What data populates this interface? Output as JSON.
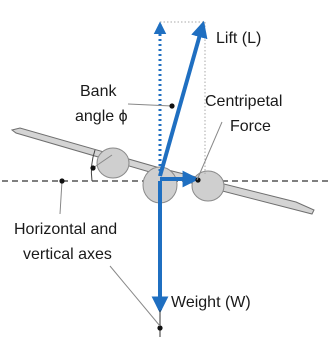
{
  "colors": {
    "force_arrow": "#1f6fc1",
    "leader_line": "#888888",
    "axis_line": "#333333",
    "wing_fill": "#d4d4d4",
    "wing_edge": "#6f6f6f",
    "engine_fill": "#cfcfcf"
  },
  "labels": {
    "lift": "Lift (L)",
    "bank_line1": "Bank",
    "bank_line2": "angle ϕ",
    "centripetal_line1": "Centripetal",
    "centripetal_line2": "Force",
    "axes_line1": "Horizontal and",
    "axes_line2": "vertical axes",
    "weight": "Weight (W)"
  }
}
